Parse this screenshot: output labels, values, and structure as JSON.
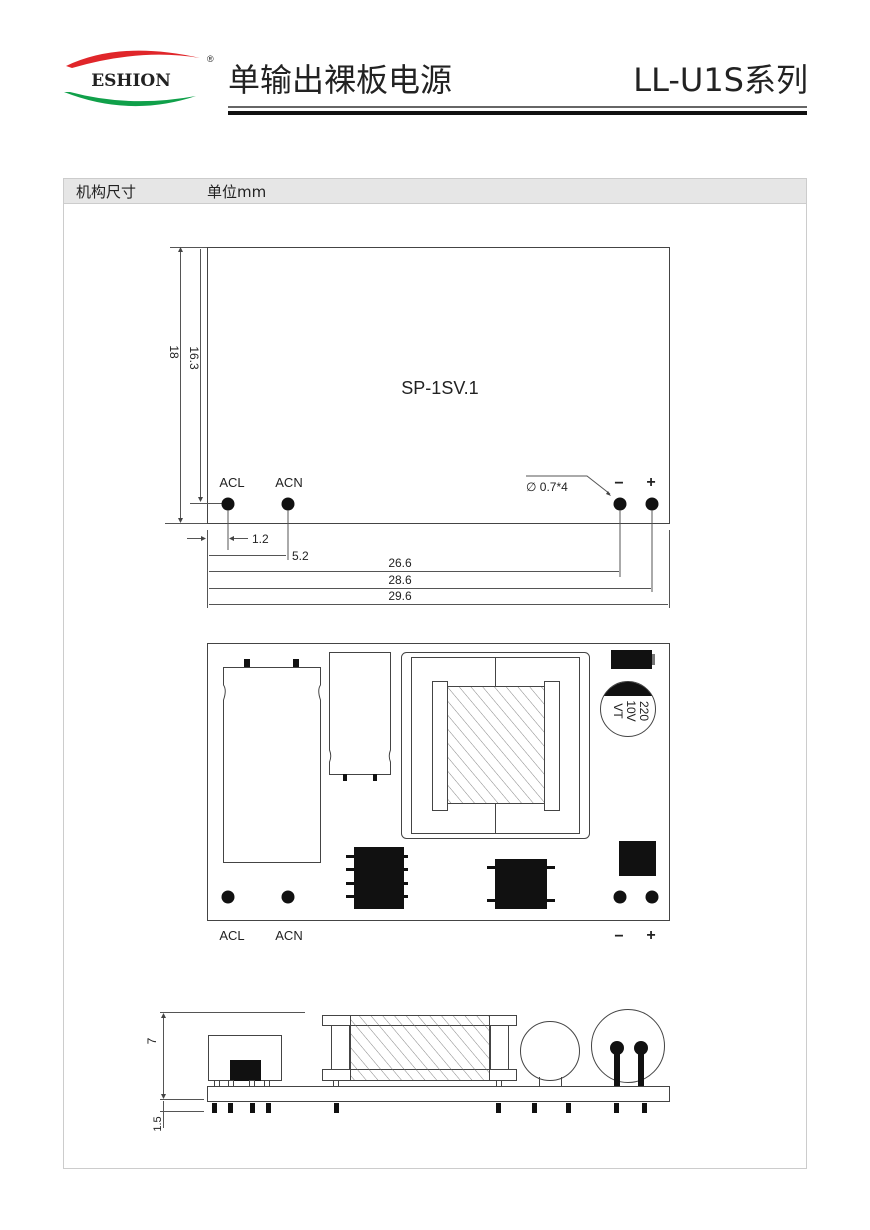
{
  "header": {
    "brand": "ESHION",
    "registered_mark": "®",
    "title": "单输出裸板电源",
    "series": "LL-U1S系列"
  },
  "section": {
    "title": "机构尺寸",
    "unit": "单位mm"
  },
  "top_view": {
    "model_label": "SP-1SV.1",
    "pins": [
      "ACL",
      "ACN",
      "−",
      "+"
    ],
    "hole_note": "∅ 0.7*4",
    "dimensions": {
      "height_total": "18",
      "height_pin": "16.3",
      "acl_offset": "1.2",
      "acn_offset": "5.2",
      "neg_offset": "26.6",
      "pos_offset": "28.6",
      "width_total": "29.6"
    }
  },
  "component_view": {
    "pins": [
      "ACL",
      "ACN",
      "−",
      "+"
    ],
    "capacitor_marking": [
      "220",
      "10V",
      "VT"
    ]
  },
  "side_view": {
    "height": "7",
    "pin_length": "1.5"
  },
  "colors": {
    "logo_red": "#e0262a",
    "logo_green": "#10a04a",
    "section_header_bg": "#e6e6e6"
  }
}
